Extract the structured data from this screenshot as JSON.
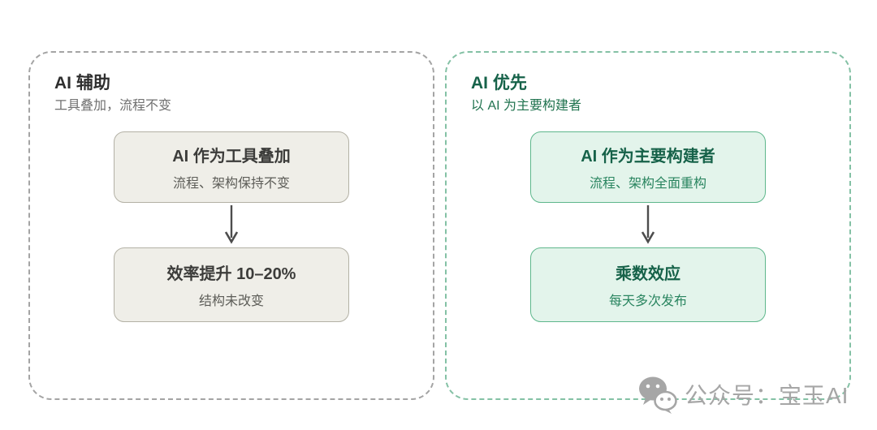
{
  "colors": {
    "background": "#ffffff",
    "panel_left_border": "#a4a4a4",
    "panel_right_border": "#84c1a5",
    "left_title": "#2e2e2e",
    "left_subtitle": "#6f6f6f",
    "left_box_bg": "#efeee8",
    "left_box_border": "#b3b1a5",
    "left_box_title": "#3c3c3a",
    "left_box_subtitle": "#5d5d58",
    "right_title": "#166249",
    "right_subtitle": "#20734f",
    "right_box_bg": "#e3f4eb",
    "right_box_border": "#5eb78c",
    "right_box_title": "#166249",
    "right_box_subtitle": "#2a8560",
    "arrow": "#4d4d4d",
    "watermark": "#a6a6a6"
  },
  "panels": [
    {
      "title": "AI 辅助",
      "subtitle": "工具叠加，流程不变",
      "boxes": [
        {
          "title": "AI 作为工具叠加",
          "subtitle": "流程、架构保持不变"
        },
        {
          "title": "效率提升 10–20%",
          "subtitle": "结构未改变"
        }
      ]
    },
    {
      "title": "AI 优先",
      "subtitle": "以 AI 为主要构建者",
      "boxes": [
        {
          "title": "AI 作为主要构建者",
          "subtitle": "流程、架构全面重构"
        },
        {
          "title": "乘数效应",
          "subtitle": "每天多次发布"
        }
      ]
    }
  ],
  "watermark": {
    "text": "公众号：宝玉AI"
  }
}
